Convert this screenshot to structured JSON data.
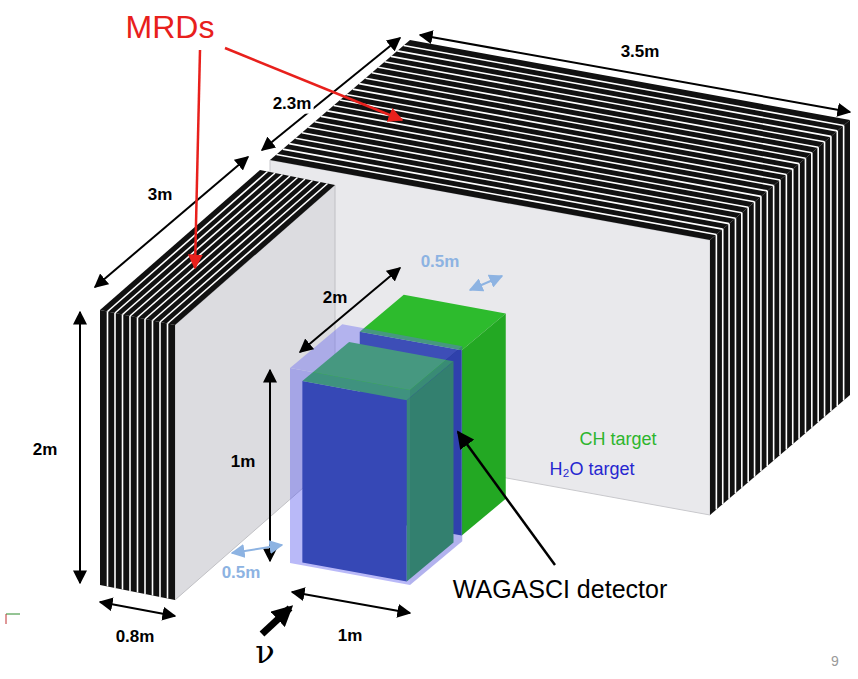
{
  "diagram": {
    "labels": [
      "MRDs",
      "3.5m",
      "2.3m",
      "3m",
      "0.5m",
      "2m",
      "CH target",
      "1m",
      "H₂O target",
      "2m",
      "0.5m",
      "1m",
      "WAGASCI detector",
      "0.8m",
      "ν",
      "9"
    ]
  }
}
